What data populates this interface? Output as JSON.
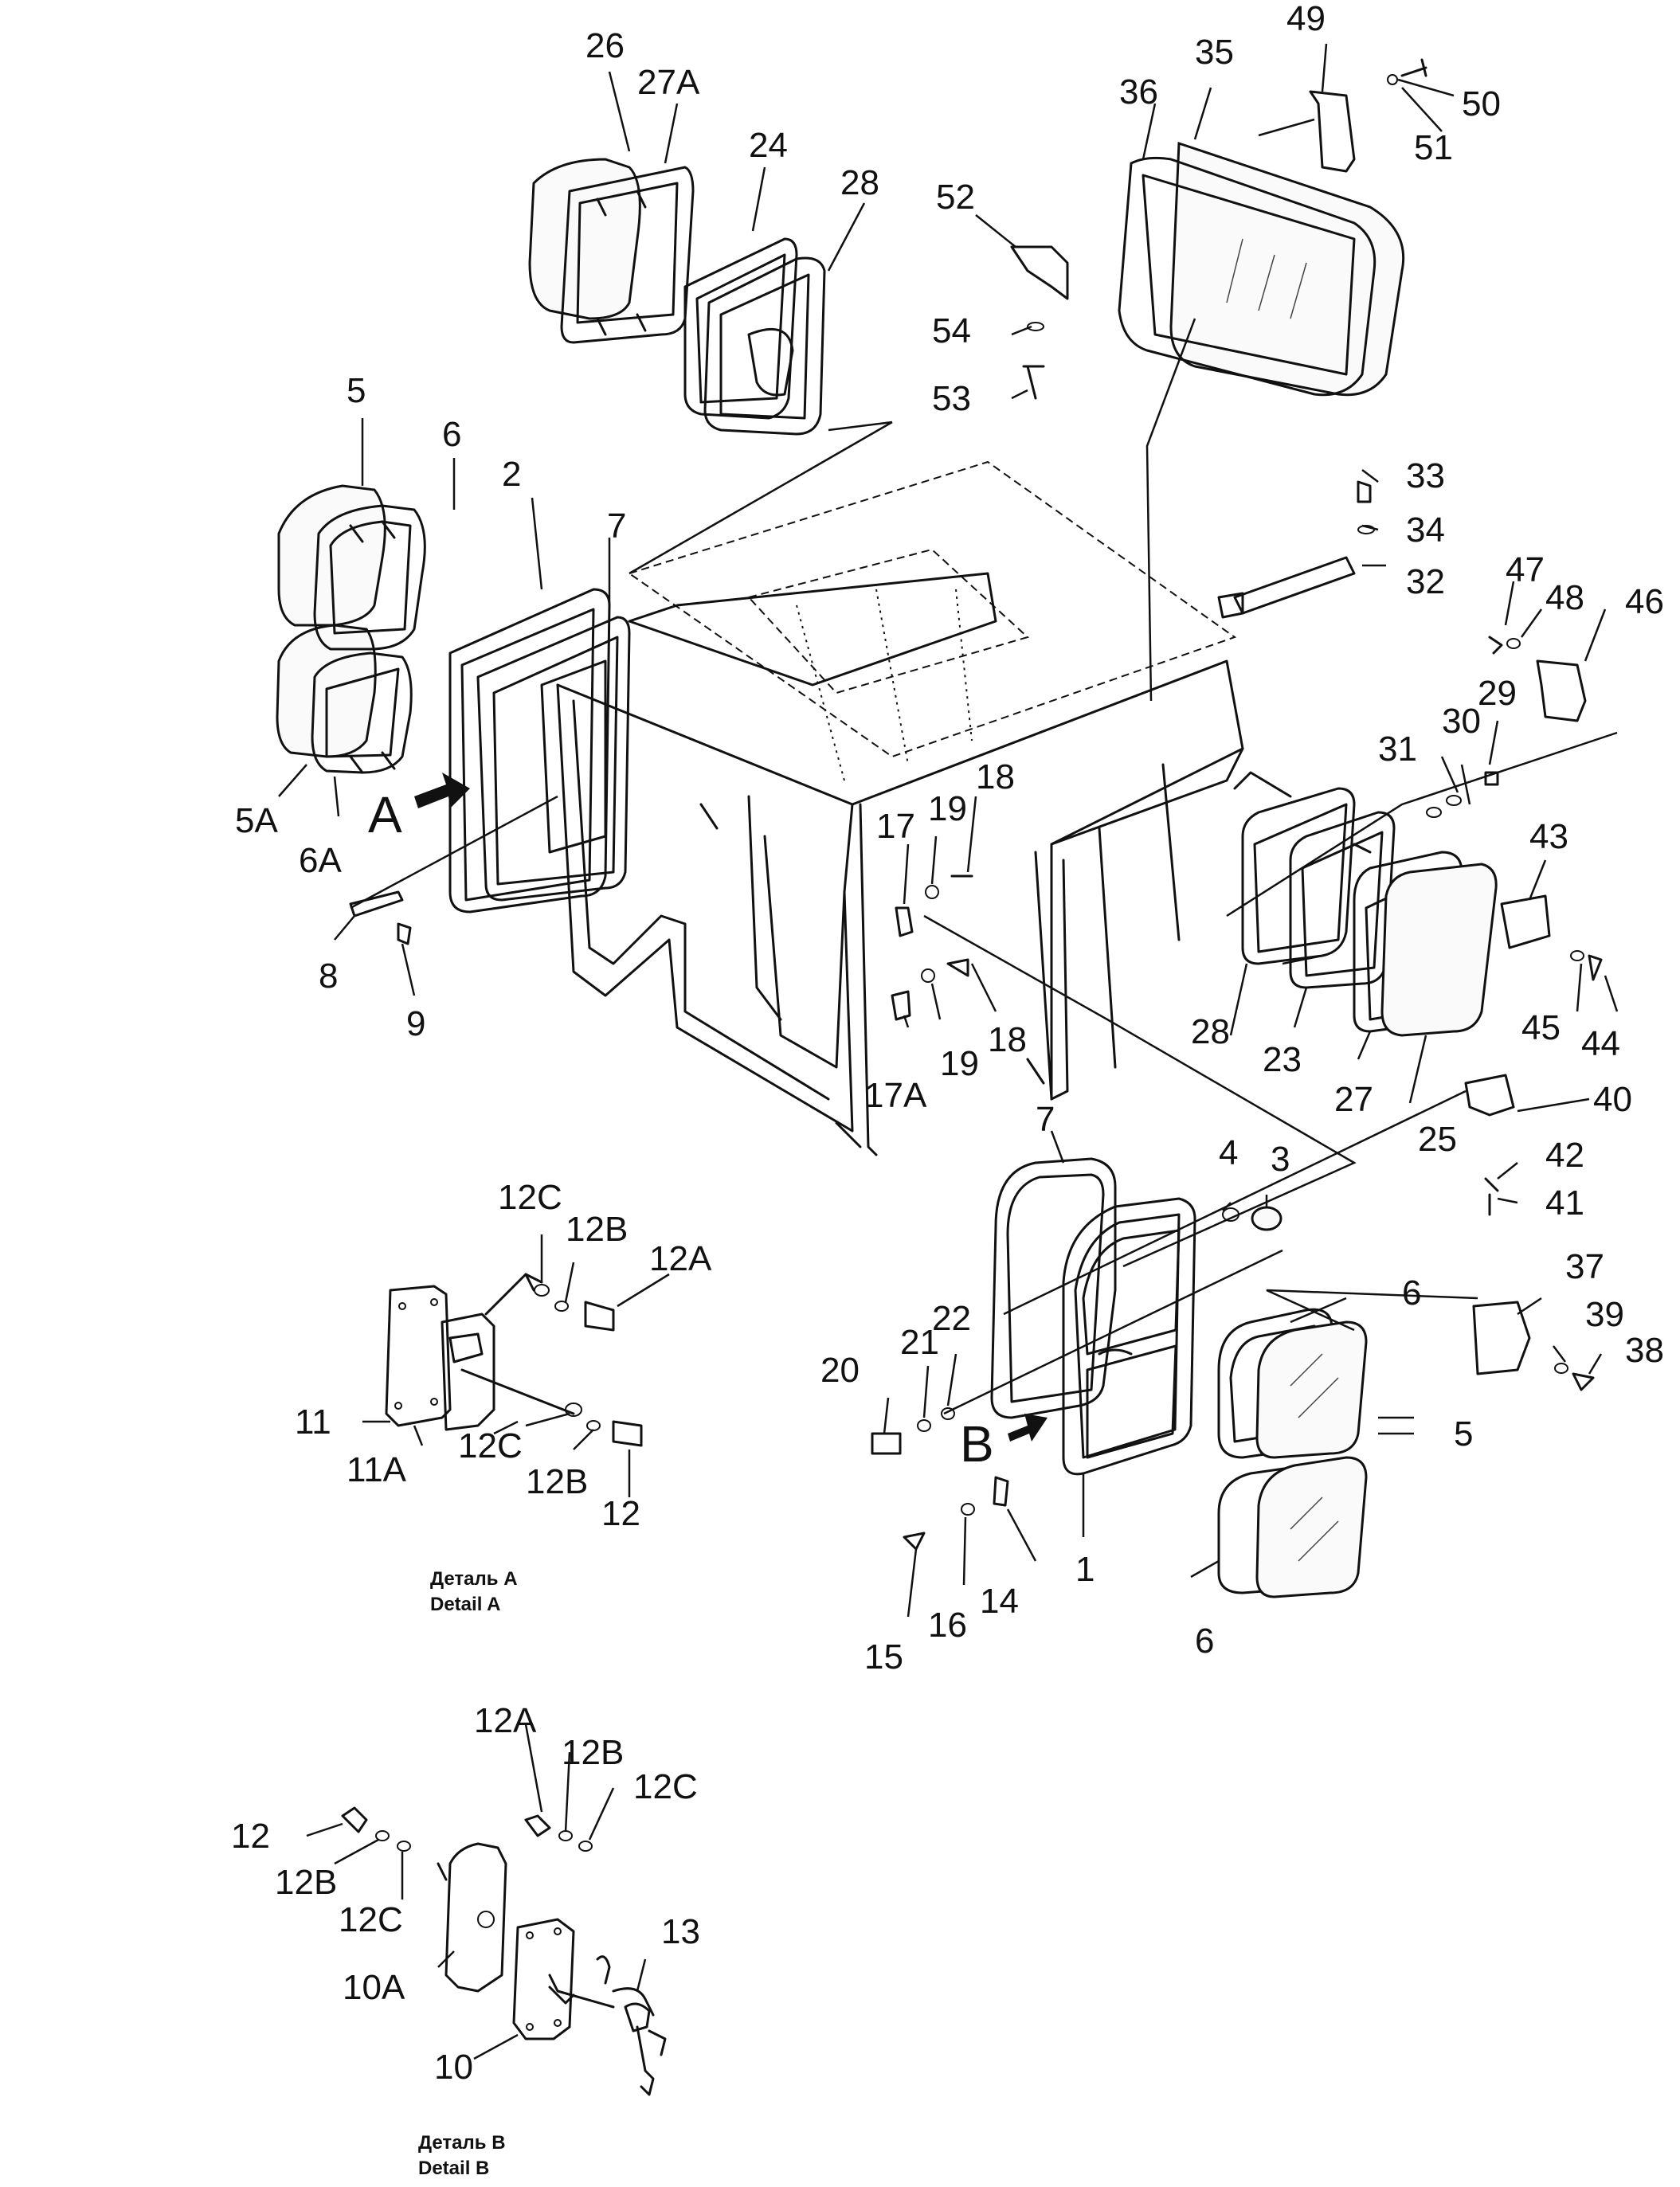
{
  "diagram": {
    "detail_markers": {
      "a": "A",
      "b": "B"
    },
    "detail_a_caption": {
      "ru": "Деталь A",
      "en": "Detail A"
    },
    "detail_b_caption": {
      "ru": "Деталь B",
      "en": "Detail B"
    },
    "labels": {
      "l1": "1",
      "l2": "2",
      "l3": "3",
      "l4": "4",
      "l5a": "5",
      "l5b": "5",
      "l5A": "5A",
      "l6a": "6",
      "l6b": "6",
      "l6c": "6",
      "l6A": "6A",
      "l7a": "7",
      "l7b": "7",
      "l8": "8",
      "l9": "9",
      "l10": "10",
      "l10A": "10A",
      "l11": "11",
      "l11A": "11A",
      "l12a": "12",
      "l12b": "12",
      "l12Aa": "12A",
      "l12Ab": "12A",
      "l12Ba": "12B",
      "l12Bb": "12B",
      "l12Bc": "12B",
      "l12Bd": "12B",
      "l12Ca": "12C",
      "l12Cb": "12C",
      "l12Cc": "12C",
      "l12Cd": "12C",
      "l13": "13",
      "l14": "14",
      "l15": "15",
      "l16": "16",
      "l17": "17",
      "l17A": "17A",
      "l18a": "18",
      "l18b": "18",
      "l19a": "19",
      "l19b": "19",
      "l20": "20",
      "l21": "21",
      "l22": "22",
      "l23": "23",
      "l24": "24",
      "l25": "25",
      "l26": "26",
      "l27": "27",
      "l27A": "27A",
      "l28a": "28",
      "l28b": "28",
      "l29": "29",
      "l30": "30",
      "l31": "31",
      "l32": "32",
      "l33": "33",
      "l34": "34",
      "l35": "35",
      "l36": "36",
      "l37": "37",
      "l38": "38",
      "l39": "39",
      "l40": "40",
      "l41": "41",
      "l42": "42",
      "l43": "43",
      "l44": "44",
      "l45": "45",
      "l46": "46",
      "l47": "47",
      "l48": "48",
      "l49": "49",
      "l50": "50",
      "l51": "51",
      "l52": "52",
      "l53": "53",
      "l54": "54"
    }
  }
}
